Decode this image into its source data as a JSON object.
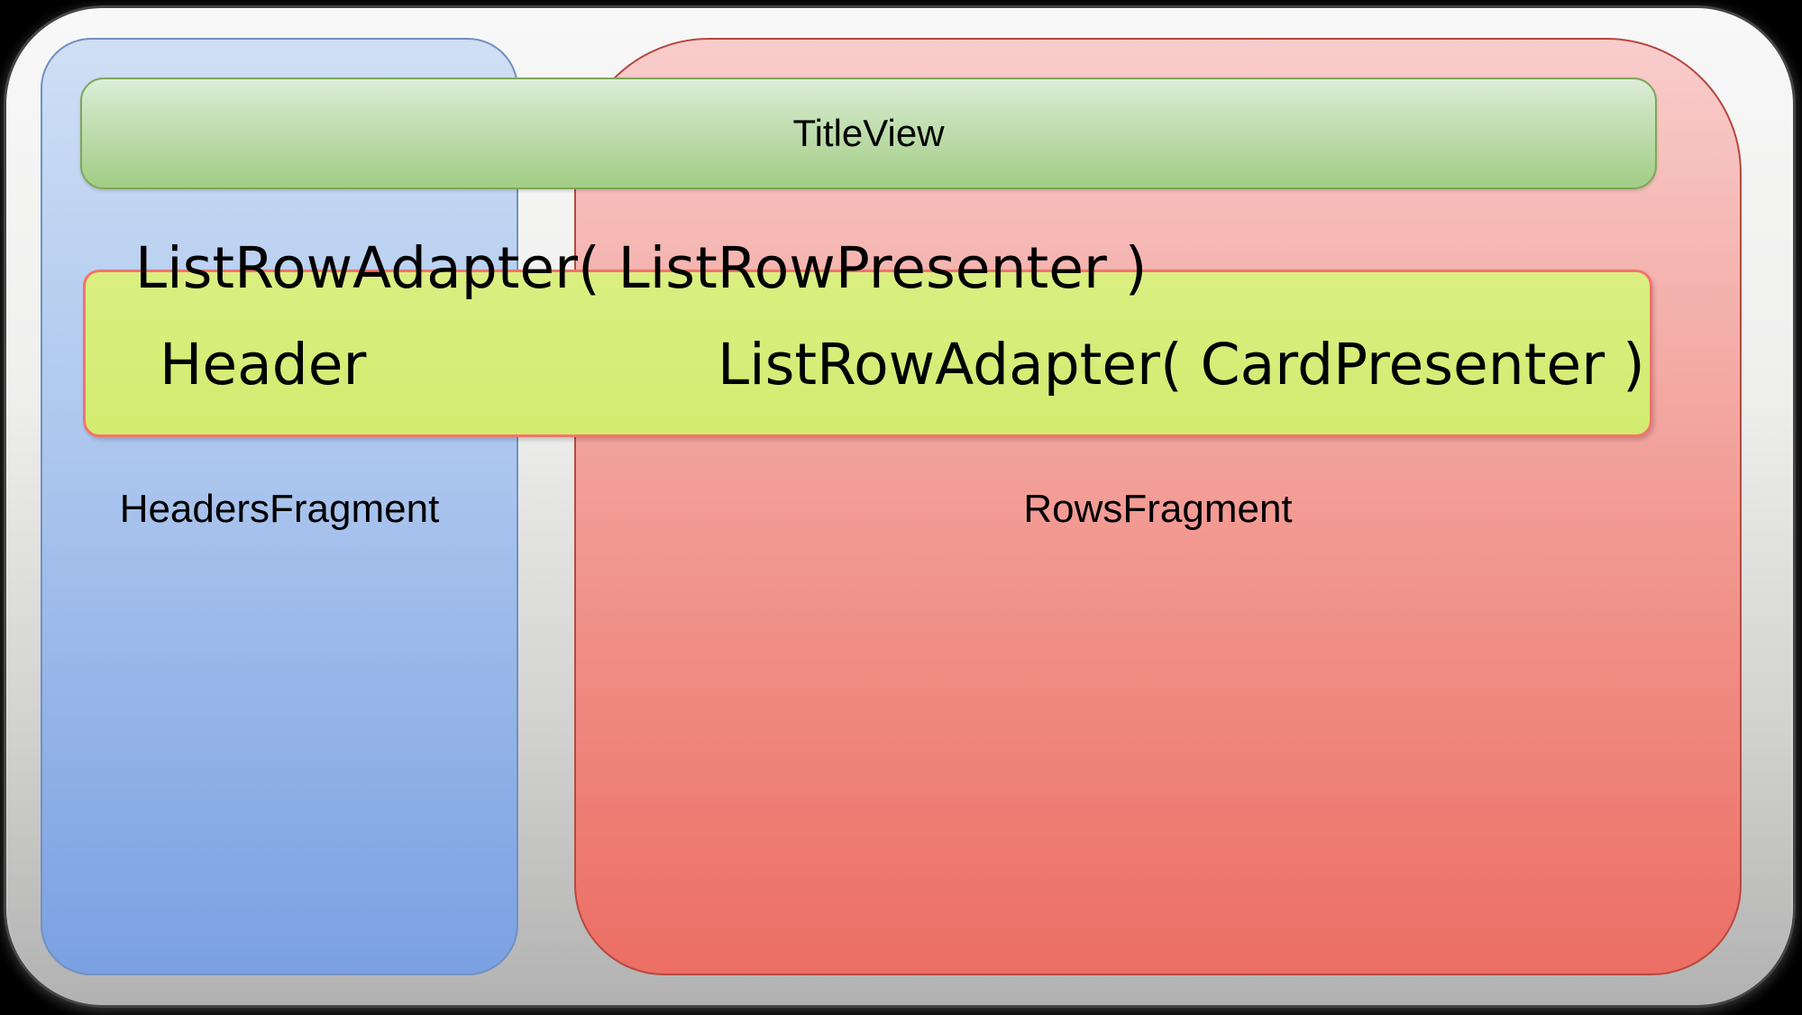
{
  "diagram": {
    "title_view": {
      "label": "TitleView"
    },
    "headers_fragment": {
      "label": "HeadersFragment"
    },
    "rows_fragment": {
      "label": "RowsFragment"
    },
    "list_row": {
      "adapter_presenter": "ListRowAdapter( ListRowPresenter )",
      "header": "Header",
      "adapter_card": "ListRowAdapter( CardPresenter )"
    },
    "colors": {
      "canvas": "#000000",
      "frame_top": "#f8f8f8",
      "frame_bottom": "#b2b2b2",
      "frame_border": "#454545",
      "headers_top": "#cfdff5",
      "headers_bottom": "#7ba0e2",
      "headers_border": "#7190c2",
      "rows_top": "#f8cdcc",
      "rows_bottom": "#ec6e64",
      "rows_border": "#b8473f",
      "title_top": "#dcedd8",
      "title_bottom": "#a2cd86",
      "title_border": "#7ea757",
      "listrow_fill_top": "#dbef81",
      "listrow_fill_bottom": "#d3eb70",
      "listrow_border": "#f4736d",
      "text": "#000000"
    }
  }
}
